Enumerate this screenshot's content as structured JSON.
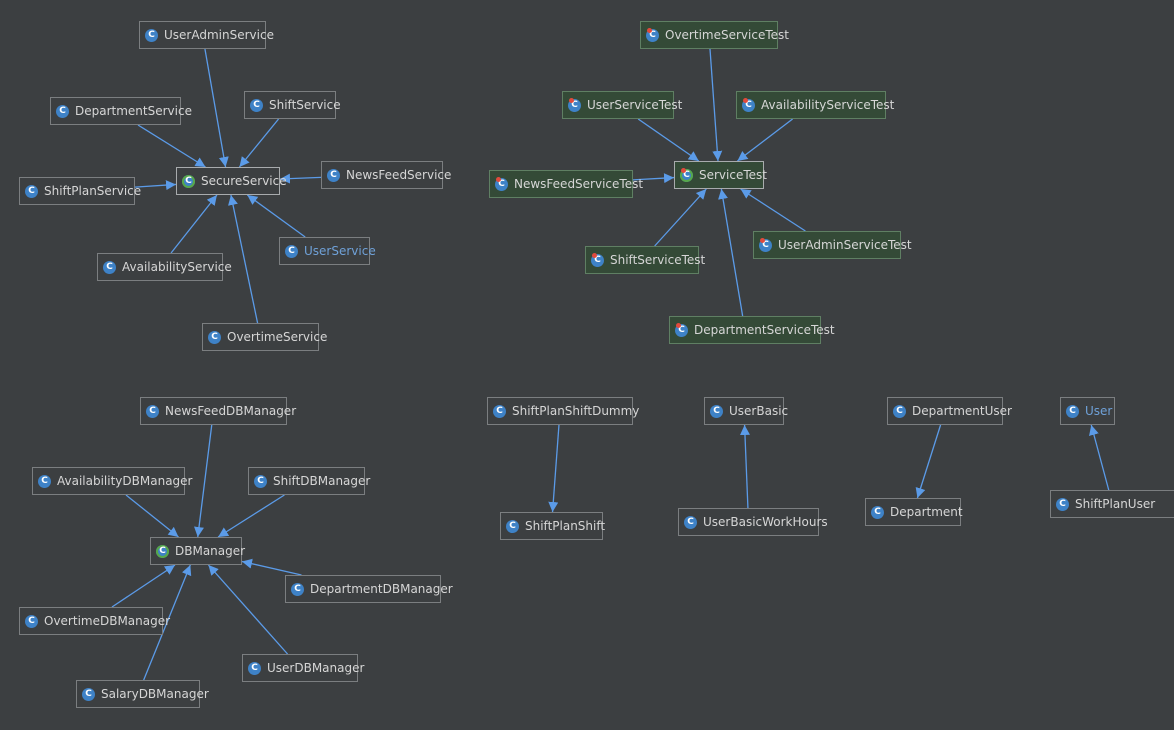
{
  "diagram": {
    "colors": {
      "background": "#3c3f41",
      "node_border": "#7b7e80",
      "test_node_background": "#344a37",
      "edge": "#5b9be8",
      "class_icon": "#3e82c7",
      "abstract_marker": "#57a84a",
      "link_text": "#6fa1d8"
    },
    "icon_letter": "C",
    "nodes": [
      {
        "id": "UserAdminService",
        "label": "UserAdminService",
        "kind": "class"
      },
      {
        "id": "DepartmentService",
        "label": "DepartmentService",
        "kind": "class"
      },
      {
        "id": "ShiftService",
        "label": "ShiftService",
        "kind": "class"
      },
      {
        "id": "SecureService",
        "label": "SecureService",
        "kind": "abstract"
      },
      {
        "id": "NewsFeedService",
        "label": "NewsFeedService",
        "kind": "class"
      },
      {
        "id": "ShiftPlanService",
        "label": "ShiftPlanService",
        "kind": "class"
      },
      {
        "id": "UserService",
        "label": "UserService",
        "kind": "class",
        "link": true
      },
      {
        "id": "AvailabilityService",
        "label": "AvailabilityService",
        "kind": "class"
      },
      {
        "id": "OvertimeService",
        "label": "OvertimeService",
        "kind": "class"
      },
      {
        "id": "OvertimeServiceTest",
        "label": "OvertimeServiceTest",
        "kind": "test"
      },
      {
        "id": "UserServiceTest",
        "label": "UserServiceTest",
        "kind": "test"
      },
      {
        "id": "AvailabilityServiceTest",
        "label": "AvailabilityServiceTest",
        "kind": "test"
      },
      {
        "id": "NewsFeedServiceTest",
        "label": "NewsFeedServiceTest",
        "kind": "test"
      },
      {
        "id": "ServiceTest",
        "label": "ServiceTest",
        "kind": "abstract-test"
      },
      {
        "id": "UserAdminServiceTest",
        "label": "UserAdminServiceTest",
        "kind": "test"
      },
      {
        "id": "ShiftServiceTest",
        "label": "ShiftServiceTest",
        "kind": "test"
      },
      {
        "id": "DepartmentServiceTest",
        "label": "DepartmentServiceTest",
        "kind": "test"
      },
      {
        "id": "NewsFeedDBManager",
        "label": "NewsFeedDBManager",
        "kind": "class"
      },
      {
        "id": "AvailabilityDBManager",
        "label": "AvailabilityDBManager",
        "kind": "class"
      },
      {
        "id": "ShiftDBManager",
        "label": "ShiftDBManager",
        "kind": "class"
      },
      {
        "id": "DBManager",
        "label": "DBManager",
        "kind": "abstract"
      },
      {
        "id": "DepartmentDBManager",
        "label": "DepartmentDBManager",
        "kind": "class"
      },
      {
        "id": "OvertimeDBManager",
        "label": "OvertimeDBManager",
        "kind": "class"
      },
      {
        "id": "UserDBManager",
        "label": "UserDBManager",
        "kind": "class"
      },
      {
        "id": "SalaryDBManager",
        "label": "SalaryDBManager",
        "kind": "class"
      },
      {
        "id": "ShiftPlanShiftDummy",
        "label": "ShiftPlanShiftDummy",
        "kind": "class"
      },
      {
        "id": "ShiftPlanShift",
        "label": "ShiftPlanShift",
        "kind": "class"
      },
      {
        "id": "UserBasic",
        "label": "UserBasic",
        "kind": "class"
      },
      {
        "id": "UserBasicWorkHours",
        "label": "UserBasicWorkHours",
        "kind": "class"
      },
      {
        "id": "DepartmentUser",
        "label": "DepartmentUser",
        "kind": "class"
      },
      {
        "id": "Department",
        "label": "Department",
        "kind": "class"
      },
      {
        "id": "User",
        "label": "User",
        "kind": "class",
        "link": true
      },
      {
        "id": "ShiftPlanUser",
        "label": "ShiftPlanUser",
        "kind": "class"
      }
    ],
    "edges": [
      {
        "from": "UserAdminService",
        "to": "SecureService"
      },
      {
        "from": "DepartmentService",
        "to": "SecureService"
      },
      {
        "from": "ShiftService",
        "to": "SecureService"
      },
      {
        "from": "NewsFeedService",
        "to": "SecureService"
      },
      {
        "from": "ShiftPlanService",
        "to": "SecureService"
      },
      {
        "from": "UserService",
        "to": "SecureService"
      },
      {
        "from": "AvailabilityService",
        "to": "SecureService"
      },
      {
        "from": "OvertimeService",
        "to": "SecureService"
      },
      {
        "from": "OvertimeServiceTest",
        "to": "ServiceTest"
      },
      {
        "from": "UserServiceTest",
        "to": "ServiceTest"
      },
      {
        "from": "AvailabilityServiceTest",
        "to": "ServiceTest"
      },
      {
        "from": "NewsFeedServiceTest",
        "to": "ServiceTest"
      },
      {
        "from": "UserAdminServiceTest",
        "to": "ServiceTest"
      },
      {
        "from": "ShiftServiceTest",
        "to": "ServiceTest"
      },
      {
        "from": "DepartmentServiceTest",
        "to": "ServiceTest"
      },
      {
        "from": "NewsFeedDBManager",
        "to": "DBManager"
      },
      {
        "from": "AvailabilityDBManager",
        "to": "DBManager"
      },
      {
        "from": "ShiftDBManager",
        "to": "DBManager"
      },
      {
        "from": "DepartmentDBManager",
        "to": "DBManager"
      },
      {
        "from": "OvertimeDBManager",
        "to": "DBManager"
      },
      {
        "from": "UserDBManager",
        "to": "DBManager"
      },
      {
        "from": "SalaryDBManager",
        "to": "DBManager"
      },
      {
        "from": "ShiftPlanShiftDummy",
        "to": "ShiftPlanShift"
      },
      {
        "from": "UserBasicWorkHours",
        "to": "UserBasic"
      },
      {
        "from": "DepartmentUser",
        "to": "Department"
      },
      {
        "from": "ShiftPlanUser",
        "to": "User"
      }
    ]
  }
}
